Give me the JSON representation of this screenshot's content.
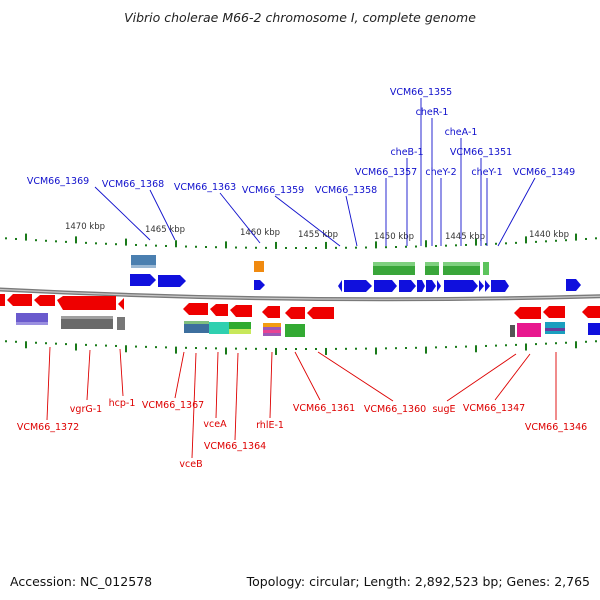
{
  "title": "Vibrio cholerae M66-2 chromosome I, complete genome",
  "footer": {
    "accession": "Accession: NC_012578",
    "topology": "Topology: circular; Length: 2,892,523 bp; Genes: 2,765"
  },
  "colors": {
    "top_labels": "#1010cc",
    "bottom_labels": "#dd0000",
    "backbone": "#888888",
    "tick": "#1a7a1a"
  },
  "scale_labels": [
    "1470 kbp",
    "1465 kbp",
    "1460 kbp",
    "1455 kbp",
    "1450 kbp",
    "1445 kbp",
    "1440 kbp"
  ],
  "top_genes": [
    "VCM66_1369",
    "VCM66_1368",
    "VCM66_1363",
    "VCM66_1359",
    "VCM66_1358",
    "VCM66_1357",
    "cheB-1",
    "VCM66_1355",
    "cheR-1",
    "cheY-2",
    "cheA-1",
    "VCM66_1351",
    "cheY-1",
    "VCM66_1349"
  ],
  "bottom_genes": [
    "VCM66_1372",
    "vgrG-1",
    "hcp-1",
    "VCM66_1367",
    "vceB",
    "vceA",
    "VCM66_1364",
    "rhlE-1",
    "VCM66_1361",
    "VCM66_1360",
    "sugE",
    "VCM66_1347",
    "VCM66_1346"
  ]
}
